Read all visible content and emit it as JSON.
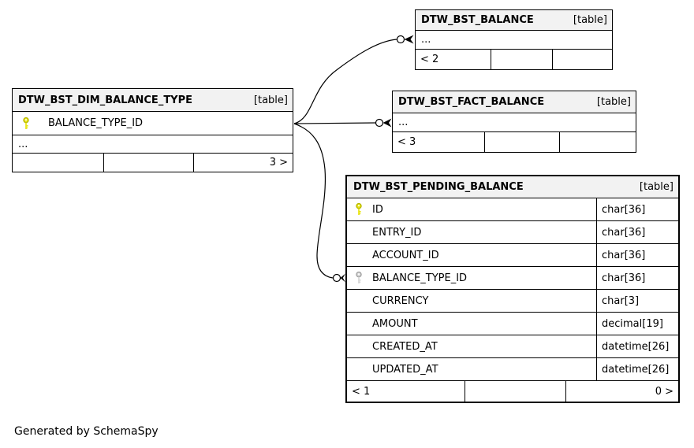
{
  "diagram": {
    "credit": "Generated by SchemaSpy"
  },
  "colors": {
    "header_bg": "#f2f2f2",
    "border": "#000000",
    "background": "#ffffff",
    "primary_key": "#e8e513",
    "primary_key_outline": "#b3b300",
    "foreign_key": "#d6d6d6",
    "foreign_key_outline": "#9c9c9c"
  },
  "tables": {
    "dim_balance_type": {
      "title": "DTW_BST_DIM_BALANCE_TYPE",
      "tag": "[table]",
      "columns": [
        {
          "name": "BALANCE_TYPE_ID",
          "type": "",
          "key": "primary"
        }
      ],
      "more_indicator": "...",
      "footer": {
        "cells": [
          "",
          "",
          "3 >"
        ]
      }
    },
    "balance": {
      "title": "DTW_BST_BALANCE",
      "tag": "[table]",
      "more_indicator": "...",
      "footer": {
        "cells": [
          "< 2",
          "",
          ""
        ]
      }
    },
    "fact_balance": {
      "title": "DTW_BST_FACT_BALANCE",
      "tag": "[table]",
      "more_indicator": "...",
      "footer": {
        "cells": [
          "< 3",
          "",
          ""
        ]
      }
    },
    "pending_balance": {
      "title": "DTW_BST_PENDING_BALANCE",
      "tag": "[table]",
      "columns": [
        {
          "name": "ID",
          "type": "char[36]",
          "key": "primary"
        },
        {
          "name": "ENTRY_ID",
          "type": "char[36]",
          "key": ""
        },
        {
          "name": "ACCOUNT_ID",
          "type": "char[36]",
          "key": ""
        },
        {
          "name": "BALANCE_TYPE_ID",
          "type": "char[36]",
          "key": "foreign"
        },
        {
          "name": "CURRENCY",
          "type": "char[3]",
          "key": ""
        },
        {
          "name": "AMOUNT",
          "type": "decimal[19]",
          "key": ""
        },
        {
          "name": "CREATED_AT",
          "type": "datetime[26]",
          "key": ""
        },
        {
          "name": "UPDATED_AT",
          "type": "datetime[26]",
          "key": ""
        }
      ],
      "footer": {
        "cells": [
          "< 1",
          "",
          "0 >"
        ]
      }
    }
  },
  "relationships": [
    {
      "from": "DTW_BST_DIM_BALANCE_TYPE.BALANCE_TYPE_ID",
      "to": "DTW_BST_BALANCE"
    },
    {
      "from": "DTW_BST_DIM_BALANCE_TYPE.BALANCE_TYPE_ID",
      "to": "DTW_BST_FACT_BALANCE"
    },
    {
      "from": "DTW_BST_DIM_BALANCE_TYPE.BALANCE_TYPE_ID",
      "to": "DTW_BST_PENDING_BALANCE.BALANCE_TYPE_ID"
    }
  ]
}
